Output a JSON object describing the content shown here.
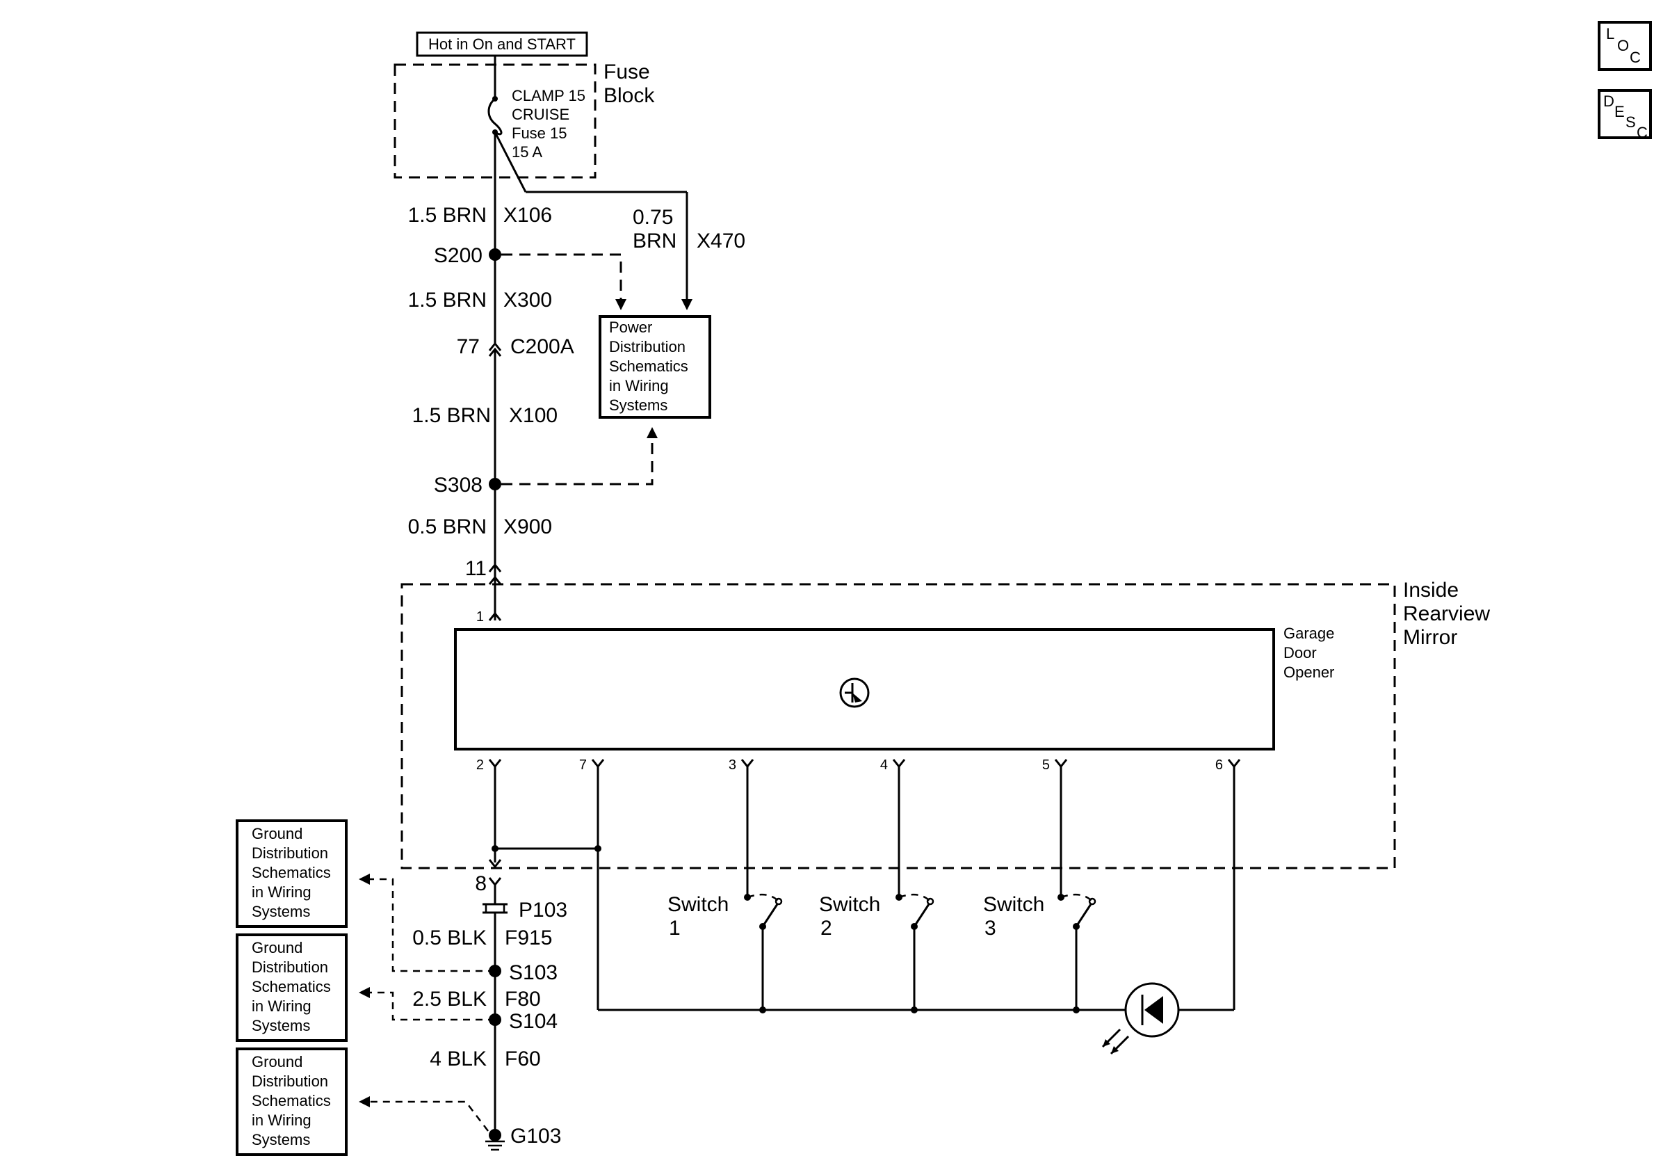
{
  "header_label": "Hot in On and START",
  "fuse_block": {
    "title_line1": "Fuse",
    "title_line2": "Block",
    "fuse_line1": "CLAMP 15",
    "fuse_line2": "CRUISE",
    "fuse_line3": "Fuse 15",
    "fuse_line4": "15 A"
  },
  "nav_icons": {
    "loc": {
      "l": "L",
      "o": "O",
      "c": "C"
    },
    "desc": {
      "d": "D",
      "e": "E",
      "s": "S",
      "c": "C"
    }
  },
  "wires": {
    "w1_size": "1.5 BRN",
    "w1_circuit": "X106",
    "w2_size_line1": "0.75",
    "w2_size_line2": "BRN",
    "w2_circuit": "X470",
    "w3_size": "1.5 BRN",
    "w3_circuit": "X300",
    "w4_size": "1.5 BRN",
    "w4_circuit": "X100",
    "w5_size": "0.5 BRN",
    "w5_circuit": "X900",
    "g1_size": "0.5 BLK",
    "g1_circuit": "F915",
    "g2_size": "2.5 BLK",
    "g2_circuit": "F80",
    "g3_size": "4 BLK",
    "g3_circuit": "F60"
  },
  "splices": {
    "s200": "S200",
    "s308": "S308",
    "s103": "S103",
    "s104": "S104"
  },
  "connectors": {
    "c200a_pin": "77",
    "c200a": "C200A",
    "pin11": "11",
    "pin1": "1",
    "pin8": "8",
    "p103": "P103"
  },
  "ground_point": "G103",
  "power_dist_box": [
    "Power",
    "Distribution",
    "Schematics",
    "in Wiring",
    "Systems"
  ],
  "ground_dist_box": [
    "Ground",
    "Distribution",
    "Schematics",
    "in Wiring",
    "Systems"
  ],
  "mirror": {
    "title_line1": "Inside",
    "title_line2": "Rearview",
    "title_line3": "Mirror",
    "module_line1": "Garage",
    "module_line2": "Door",
    "module_line3": "Opener",
    "pins": [
      "2",
      "7",
      "3",
      "4",
      "5",
      "6"
    ]
  },
  "switches": [
    {
      "label": "Switch",
      "number": "1"
    },
    {
      "label": "Switch",
      "number": "2"
    },
    {
      "label": "Switch",
      "number": "3"
    }
  ]
}
